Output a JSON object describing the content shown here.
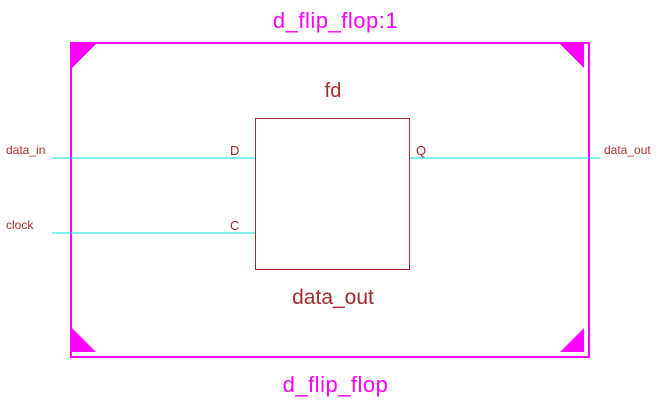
{
  "diagram": {
    "top_title": "d_flip_flop:1",
    "bottom_title": "d_flip_flop",
    "cell": {
      "name": "fd",
      "caption": "data_out"
    },
    "ports": {
      "d": "D",
      "c": "C",
      "q": "Q"
    },
    "nets": {
      "data_in": "data_in",
      "clock": "clock",
      "data_out": "data_out"
    },
    "colors": {
      "frame": "#ff00ff",
      "symbol": "#a52a2a",
      "wire": "#00e0e0"
    }
  }
}
